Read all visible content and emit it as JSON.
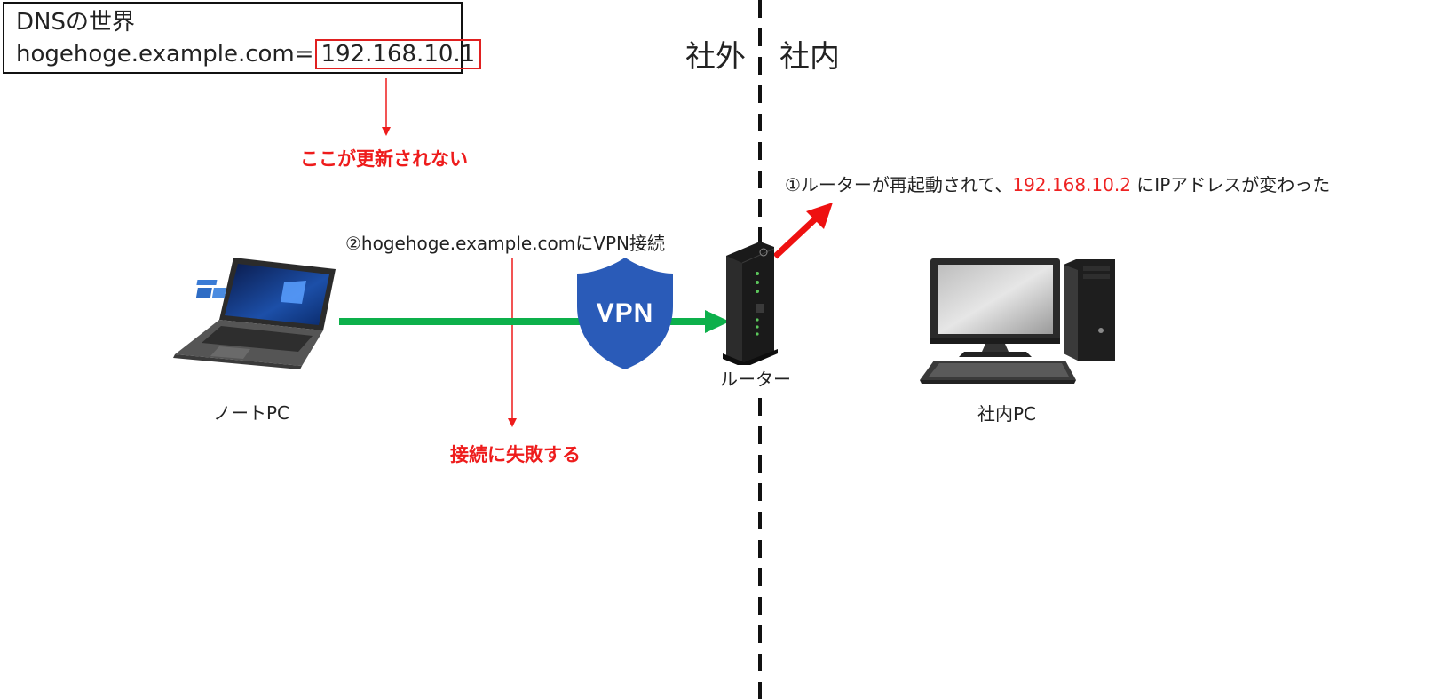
{
  "dns": {
    "title": "DNSの世界",
    "record_host": "hogehoge.example.com=",
    "record_ip": "192.168.10.1"
  },
  "notes": {
    "not_updated": "ここが更新されない",
    "connect_fail": "接続に失敗する"
  },
  "zones": {
    "outside": "社外",
    "inside": "社内"
  },
  "router_message": {
    "prefix": "①ルーターが再起動されて、",
    "new_ip": "192.168.10.2",
    "suffix": " にIPアドレスが変わった"
  },
  "vpn_step": "②hogehoge.example.comにVPN接続",
  "vpn_badge": "VPN",
  "devices": {
    "laptop_label": "ノートPC",
    "router_label": "ルーター",
    "office_pc_label": "社内PC"
  },
  "colors": {
    "arrow_green": "#0db04b",
    "alert_red": "#ee1c1c",
    "shield_blue": "#2a5bb8"
  }
}
